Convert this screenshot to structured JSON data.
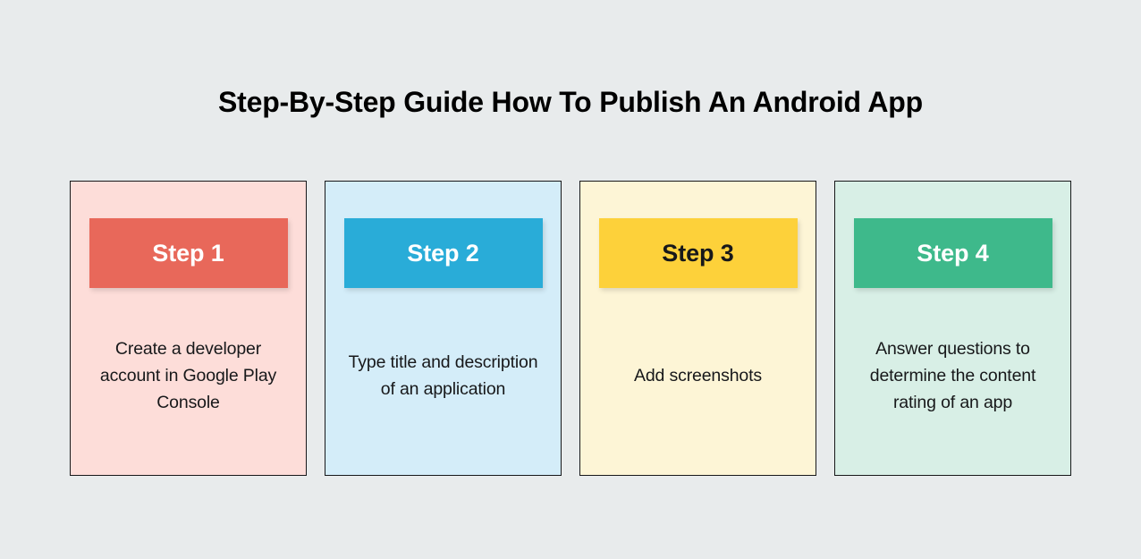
{
  "page": {
    "title": "Step-By-Step Guide How To Publish An Android App",
    "background_color": "#e8ebec",
    "text_color": "#17181a"
  },
  "cards": [
    {
      "badge_label": "Step 1",
      "body_text": "Create a developer account in Google Play Console",
      "card_background": "#fdddd9",
      "badge_background": "#e8685a",
      "badge_text_color": "#ffffff",
      "border_color": "#17181a"
    },
    {
      "badge_label": "Step 2",
      "body_text": "Type title and description of an application",
      "card_background": "#d4edf9",
      "badge_background": "#29acd8",
      "badge_text_color": "#ffffff",
      "border_color": "#17181a"
    },
    {
      "badge_label": "Step 3",
      "body_text": "Add screenshots",
      "card_background": "#fdf5d6",
      "badge_background": "#fdd13a",
      "badge_text_color": "#17181a",
      "border_color": "#17181a"
    },
    {
      "badge_label": "Step 4",
      "body_text": "Answer questions to determine the content rating of an app",
      "card_background": "#d8efe6",
      "badge_background": "#3eb98b",
      "badge_text_color": "#ffffff",
      "border_color": "#17181a"
    }
  ]
}
